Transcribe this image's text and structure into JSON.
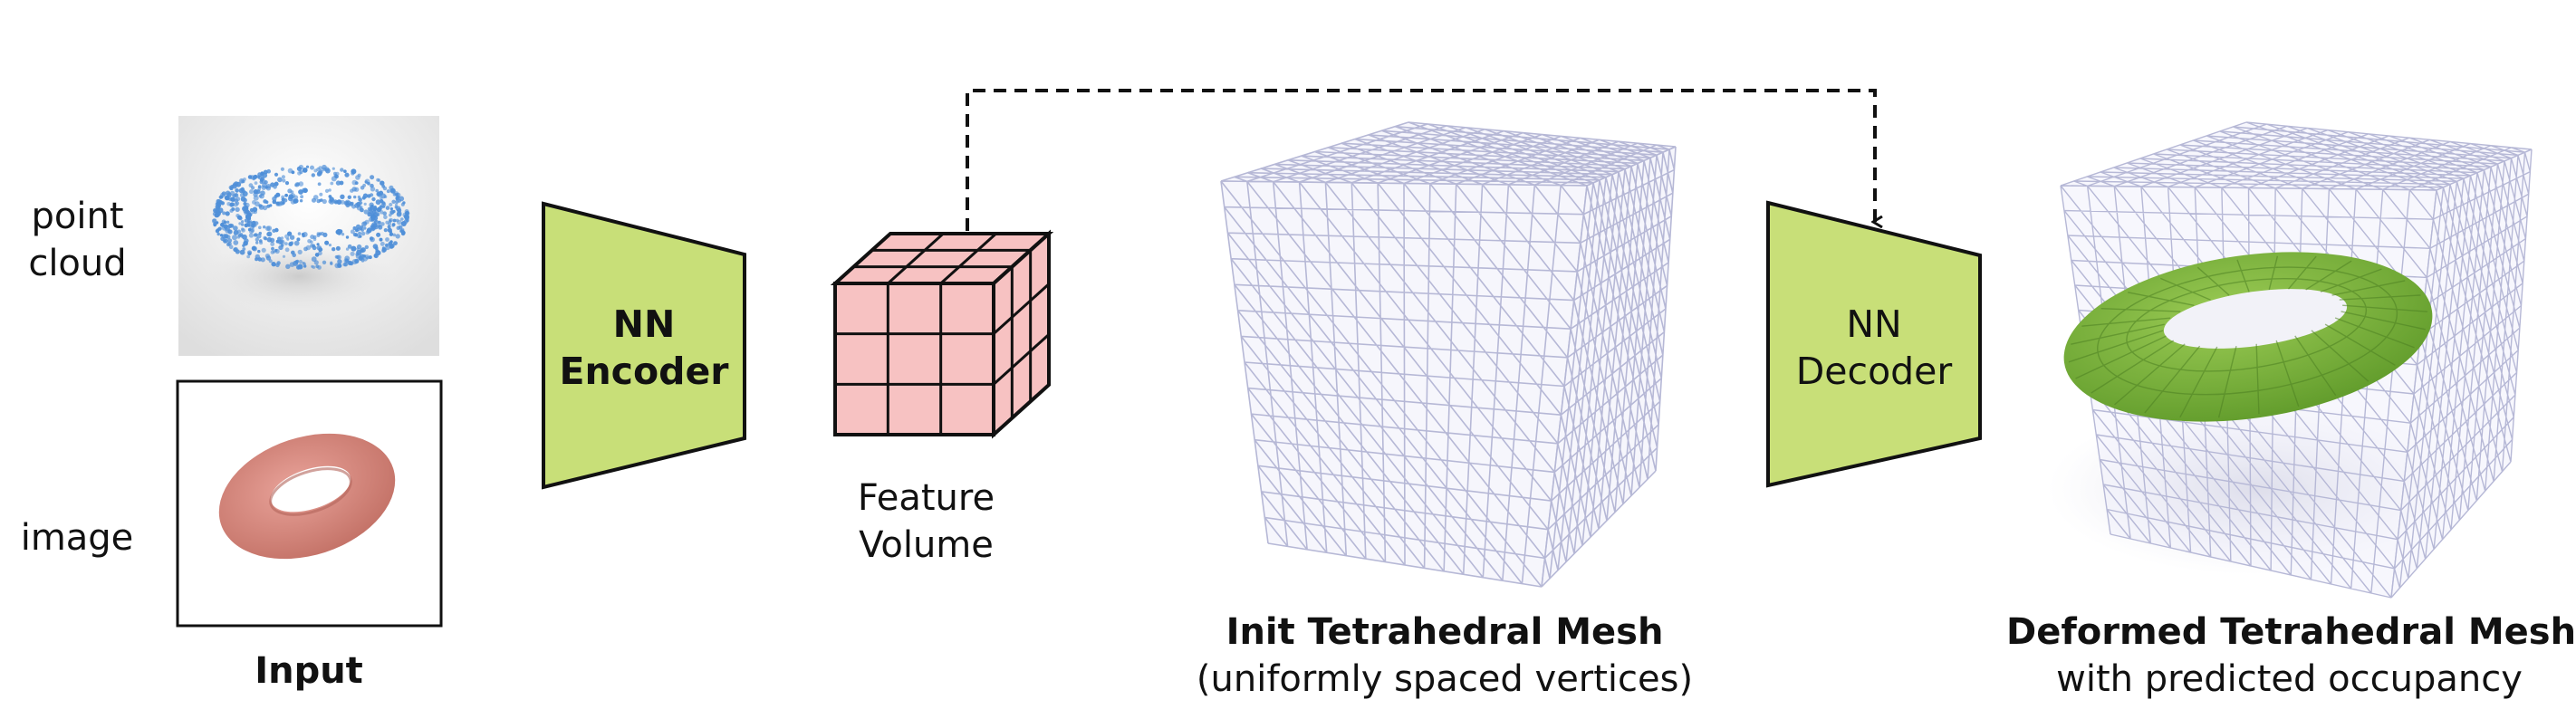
{
  "input": {
    "point_cloud_label_line1": "point",
    "point_cloud_label_line2": "cloud",
    "image_label": "image",
    "caption": "Input"
  },
  "encoder": {
    "label_line1": "NN",
    "label_line2": "Encoder"
  },
  "feature_volume": {
    "label_line1": "Feature",
    "label_line2": "Volume"
  },
  "init_mesh": {
    "title": "Init Tetrahedral Mesh",
    "subtitle": "(uniformly spaced vertices)"
  },
  "decoder": {
    "label_line1": "NN",
    "label_line2": "Decoder"
  },
  "deformed_mesh": {
    "title": "Deformed Tetrahedral Mesh",
    "subtitle": "with predicted occupancy"
  },
  "colors": {
    "network_fill": "#c8df78",
    "cube_fill": "#f7c2c2",
    "mesh_line": "#b6b8d6",
    "mesh_fill": "#eeeefa",
    "torus_image": "#d98a80",
    "torus_points": "#4f8fd8",
    "torus_occupancy": "#7cb340",
    "stroke": "#111111"
  }
}
